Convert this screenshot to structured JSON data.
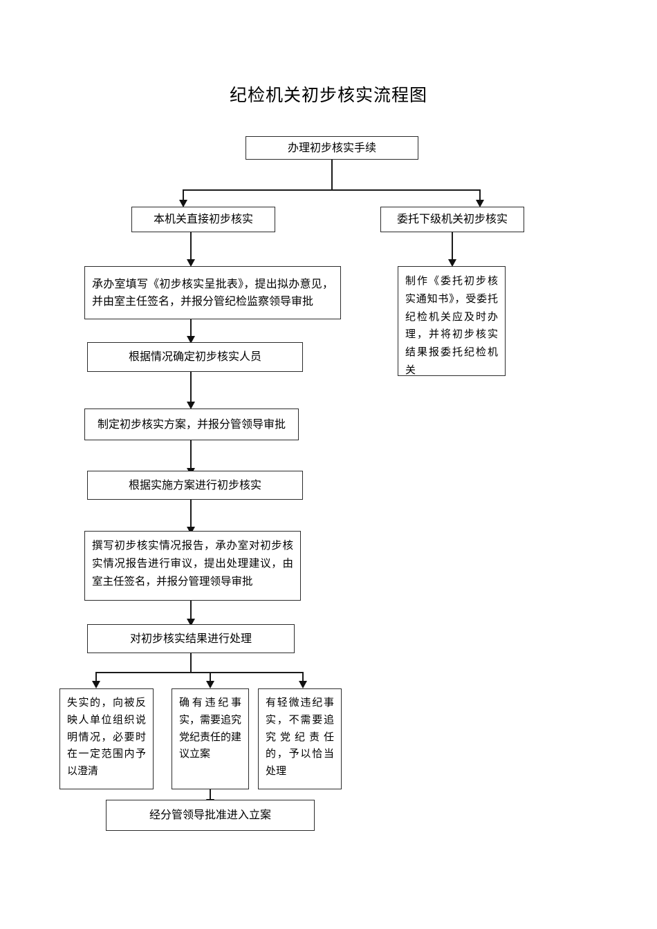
{
  "document": {
    "title": "纪检机关初步核实流程图",
    "type": "flowchart",
    "language": "zh-CN"
  },
  "flowchart": {
    "title": "纪检机关初步核实流程图",
    "nodes": [
      {
        "id": "start",
        "label": "办理初步核实手续"
      },
      {
        "id": "branch-self",
        "label": "本机关直接初步核实"
      },
      {
        "id": "branch-entrust",
        "label": "委托下级机关初步核实"
      },
      {
        "id": "fill-form",
        "label": "承办室填写《初步核实呈批表》，提出拟办意见，并由室主任签名，并报分管纪检监察领导审批"
      },
      {
        "id": "entrust-notice",
        "label": "制作《委托初步核实通知书》，受委托纪检机关应及时办理，并将初步核实结果报委托纪检机关"
      },
      {
        "id": "assign-staff",
        "label": "根据情况确定初步核实人员"
      },
      {
        "id": "make-plan",
        "label": "制定初步核实方案，并报分管领导审批"
      },
      {
        "id": "execute-plan",
        "label": "根据实施方案进行初步核实"
      },
      {
        "id": "write-report",
        "label": "撰写初步核实情况报告，承办室对初步核实情况报告进行审议，提出处理建议，由室主任签名，并报分管理领导审批"
      },
      {
        "id": "handle-result",
        "label": "对初步核实结果进行处理"
      },
      {
        "id": "outcome-false",
        "label": "失实的，向被反映人单位组织说明情况，必要时在一定范围内予以澄清"
      },
      {
        "id": "outcome-case",
        "label": "确有违纪事实，需要追究党纪责任的建议立案"
      },
      {
        "id": "outcome-minor",
        "label": "有轻微违纪事实，不需要追究党纪责任的，予以恰当处理"
      },
      {
        "id": "final-approval",
        "label": "经分管领导批准进入立案"
      }
    ],
    "edges": [
      {
        "from": "start",
        "to": "branch-self"
      },
      {
        "from": "start",
        "to": "branch-entrust"
      },
      {
        "from": "branch-self",
        "to": "fill-form"
      },
      {
        "from": "branch-entrust",
        "to": "entrust-notice"
      },
      {
        "from": "fill-form",
        "to": "assign-staff"
      },
      {
        "from": "assign-staff",
        "to": "make-plan"
      },
      {
        "from": "make-plan",
        "to": "execute-plan"
      },
      {
        "from": "execute-plan",
        "to": "write-report"
      },
      {
        "from": "write-report",
        "to": "handle-result"
      },
      {
        "from": "handle-result",
        "to": "outcome-false"
      },
      {
        "from": "handle-result",
        "to": "outcome-case"
      },
      {
        "from": "handle-result",
        "to": "outcome-minor"
      },
      {
        "from": "outcome-case",
        "to": "final-approval"
      }
    ]
  }
}
